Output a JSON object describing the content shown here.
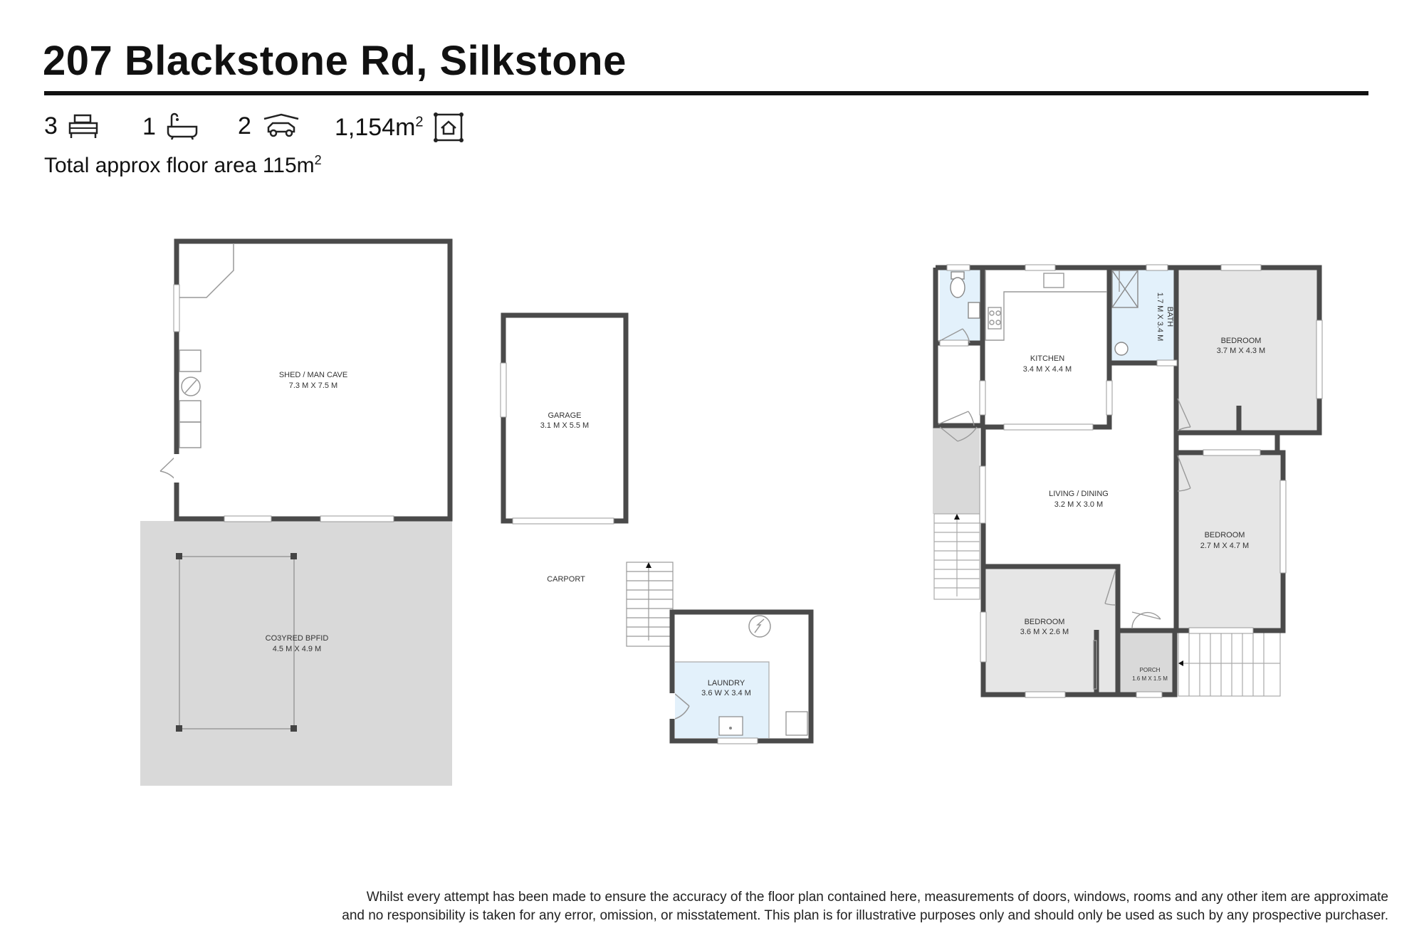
{
  "header": {
    "address": "207 Blackstone Rd, Silkstone",
    "beds": "3",
    "baths": "1",
    "cars": "2",
    "land_area": "1,154m",
    "land_unit_sup": "2",
    "floor_area_text": "Total approx floor area 115m",
    "floor_area_sup": "2"
  },
  "icons": [
    "bed-icon",
    "bath-icon",
    "car-icon",
    "land-icon"
  ],
  "rooms": {
    "shed_name": "SHED / MAN CAVE",
    "shed_dim": "7.3 M X 7.5 M",
    "garage_name": "GARAGE",
    "garage_dim": "3.1 M X 5.5 M",
    "carport": "CARPORT",
    "covered_name": "CO3YRED BPFID",
    "covered_dim": "4.5 M X 4.9 M",
    "laundry_name": "LAUNDRY",
    "laundry_dim": "3.6 W X 3.4 M",
    "kitchen_name": "KITCHEN",
    "kitchen_dim": "3.4 M X 4.4 M",
    "bath_name": "BATH",
    "bath_dim": "1.7 M X 3.4 M",
    "bed1_name": "BEDROOM",
    "bed1_dim": "3.7 M X 4.3 M",
    "living_name": "LIVING / DINING",
    "living_dim": "3.2 M X 3.0 M",
    "bed2_name": "BEDROOM",
    "bed2_dim": "2.7 M X 4.7 M",
    "bed3_name": "BEDROOM",
    "bed3_dim": "3.6 M X 2.6 M",
    "porch_name": "PORCH",
    "porch_dim": "1.6 M X 1.5 M"
  },
  "colors": {
    "wall": "#4a4a4a",
    "floor_grey": "#e6e6e6",
    "covered_grey": "#d9d9d9",
    "wet_blue": "#e3f1fb"
  },
  "disclaimer": {
    "line1": "Whilst every attempt has been made to ensure the accuracy of the floor plan contained here, measurements of doors, windows, rooms and any other item are approximate",
    "line2": "and no responsibility is taken for any error, omission, or misstatement. This plan is for illustrative purposes only and should only be used as such by any prospective purchaser."
  }
}
